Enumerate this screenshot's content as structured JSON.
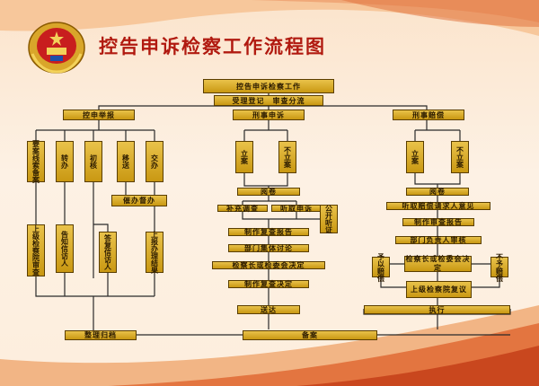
{
  "title": "控告申诉检察工作流程图",
  "nodes": {
    "top": "控告申诉检察工作",
    "register": "受理登记　审查分流",
    "branch_left": "控申举报",
    "branch_mid": "刑事申诉",
    "branch_right": "刑事赔偿",
    "l_clues": "要案线索备案",
    "l_transfer1": "转办",
    "l_initial": "初核",
    "l_transfer2": "移送",
    "l_handover": "交办",
    "l_supervise": "催办督办",
    "l_superior": "上级检察院审查",
    "l_inform": "告知信访人",
    "l_reply": "答复信访人",
    "l_report": "上报办理结果",
    "m_file": "立案",
    "m_nofile": "不立案",
    "m_review": "阅卷",
    "m_investigate": "补充调查",
    "m_listen": "听取申诉",
    "m_hearing": "公开听证",
    "m_report": "制作复查报告",
    "m_discuss": "部门集体讨论",
    "m_decide": "检察长或检委会决定",
    "m_decision": "制作复查决定",
    "m_deliver": "送达",
    "r_file": "立案",
    "r_nofile": "不立案",
    "r_review": "阅卷",
    "r_opinion": "听取赔偿请求人意见",
    "r_report": "制作审查报告",
    "r_approve": "部门负责人审核",
    "r_decide": "检察长或检委会决定",
    "r_pay": "予以赔偿",
    "r_nopay": "不予赔偿",
    "r_superior": "上级检察院复议",
    "r_execute": "执行",
    "archive": "整理归档",
    "record": "备案"
  }
}
